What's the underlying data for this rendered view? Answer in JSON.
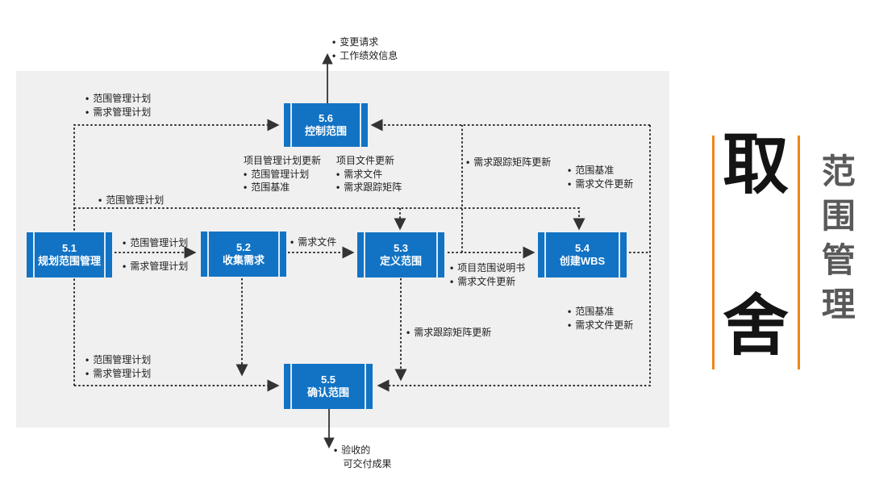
{
  "colors": {
    "process_blue": "#1273C4",
    "connector": "#333333",
    "accent_orange": "#F08519",
    "side_text_gray": "#595959",
    "panel_bg": "#F0F0F0"
  },
  "boxes": [
    {
      "num": "5.6",
      "label": "控制范围"
    },
    {
      "num": "5.1",
      "label": "规划范围管理"
    },
    {
      "num": "5.2",
      "label": "收集需求"
    },
    {
      "num": "5.3",
      "label": "定义范围"
    },
    {
      "num": "5.4",
      "label": "创建WBS"
    },
    {
      "num": "5.5",
      "label": "确认范围"
    }
  ],
  "labels": {
    "outputs_top": [
      "变更请求",
      "工作绩效信息"
    ],
    "top_left": [
      "范围管理计划",
      "需求管理计划"
    ],
    "pm_plan_updates": {
      "heading": "项目管理计划更新",
      "items": [
        "范围管理计划",
        "范围基准"
      ]
    },
    "doc_updates": {
      "heading": "项目文件更新",
      "items": [
        "需求文件",
        "需求跟踪矩阵"
      ]
    },
    "req_trace_top": [
      "需求跟踪矩阵更新"
    ],
    "baseline_top": [
      "范围基准",
      "需求文件更新"
    ],
    "scope_plan_mid": [
      "范围管理计划"
    ],
    "plan_51_52_top": [
      "范围管理计划"
    ],
    "plan_51_52_bottom": [
      "需求管理计划"
    ],
    "req_docs": [
      "需求文件"
    ],
    "scope_statement": [
      "项目范围说明书",
      "需求文件更新"
    ],
    "baseline_bottom": [
      "范围基准",
      "需求文件更新"
    ],
    "req_trace_bottom": [
      "需求跟踪矩阵更新"
    ],
    "bottom_left": [
      "范围管理计划",
      "需求管理计划"
    ],
    "accepted_deliverables": [
      "验收的",
      "可交付成果"
    ]
  },
  "side": {
    "big_top": "取",
    "big_bottom": "舍",
    "vertical_title": "范围管理"
  }
}
